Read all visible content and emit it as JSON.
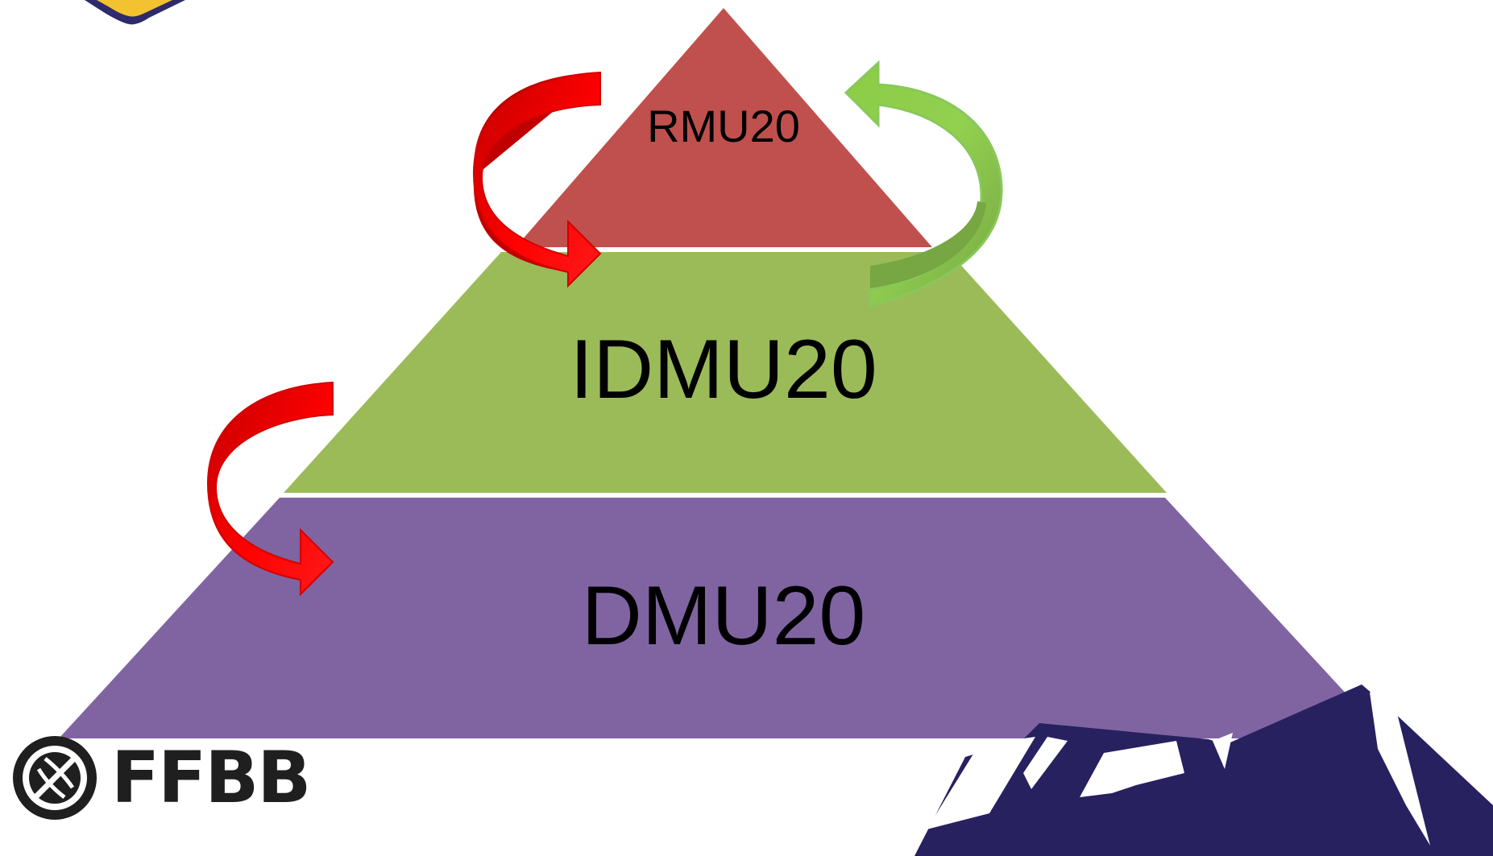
{
  "slide": {
    "background": "#ffffff"
  },
  "pyramid": {
    "tiers": [
      {
        "label": "RMU20",
        "color": "#c0504d"
      },
      {
        "label": "IDMU20",
        "color": "#9bbb59"
      },
      {
        "label": "DMU20",
        "color": "#8064a2"
      }
    ],
    "arrows": [
      {
        "name": "top-down-arrow-upper",
        "direction": "down",
        "color": "#ff0000",
        "dark_color": "#c00000"
      },
      {
        "name": "bottom-up-arrow",
        "direction": "up",
        "color": "#92d050",
        "dark_color": "#76a743"
      },
      {
        "name": "top-down-arrow-lower",
        "direction": "down",
        "color": "#ff0000",
        "dark_color": "#c00000"
      }
    ]
  },
  "logos": {
    "ffbb": {
      "text": "FFBB",
      "color": "#1f1f1f"
    },
    "mountain": {
      "color": "#27215f"
    },
    "corner_badge": {
      "border_color": "#2e2a6b",
      "fill_color": "#f2c230"
    }
  }
}
